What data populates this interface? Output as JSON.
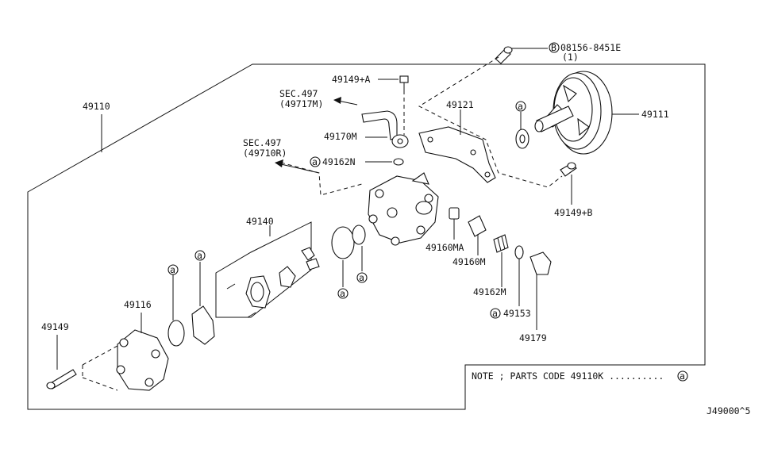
{
  "labels": {
    "p49110": "49110",
    "p49149a": "49149+A",
    "sec1": "SEC.497",
    "sec1sub": "(49717M)",
    "p49170m": "49170M",
    "sec2": "SEC.497",
    "sec2sub": "(49710R)",
    "p49162n": "49162N",
    "p49121": "49121",
    "bolt_ref": "08156-8451E",
    "bolt_qty": "(1)",
    "p49111": "49111",
    "p49149b": "49149+B",
    "p49140": "49140",
    "p49160ma": "49160MA",
    "p49160m": "49160M",
    "p49162m": "49162M",
    "p49153": "49153",
    "p49179": "49179",
    "p49116": "49116",
    "p49149": "49149",
    "note": "NOTE ; PARTS CODE 49110K ..........",
    "diagram_code": "J49000^5",
    "circle_a": "a",
    "circle_b": "B"
  }
}
